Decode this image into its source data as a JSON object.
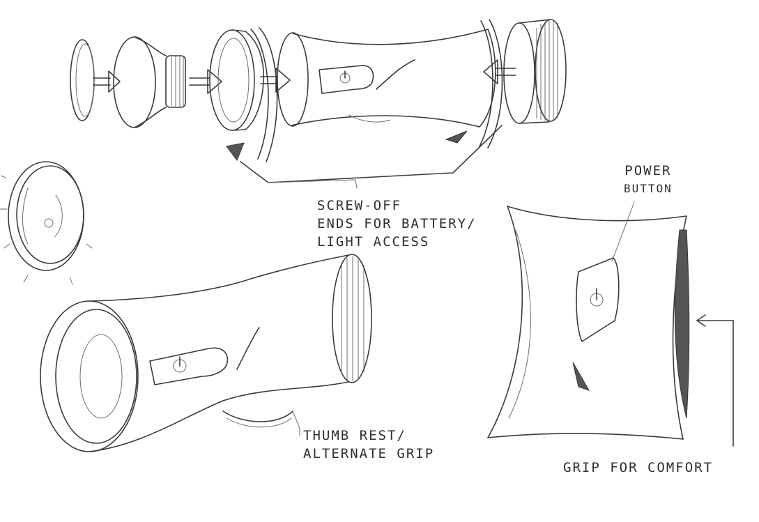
{
  "annotations": {
    "screw_off": [
      "SCREW-OFF",
      "ENDS FOR BATTERY/",
      "LIGHT ACCESS"
    ],
    "power_button": [
      "POWER",
      "BUTTON"
    ],
    "thumb_rest": [
      "THUMB REST/",
      "ALTERNATE GRIP"
    ],
    "grip_comfort": "GRIP FOR COMFORT"
  },
  "colors": {
    "ink": "#3a3a3a",
    "paper": "#ffffff"
  }
}
